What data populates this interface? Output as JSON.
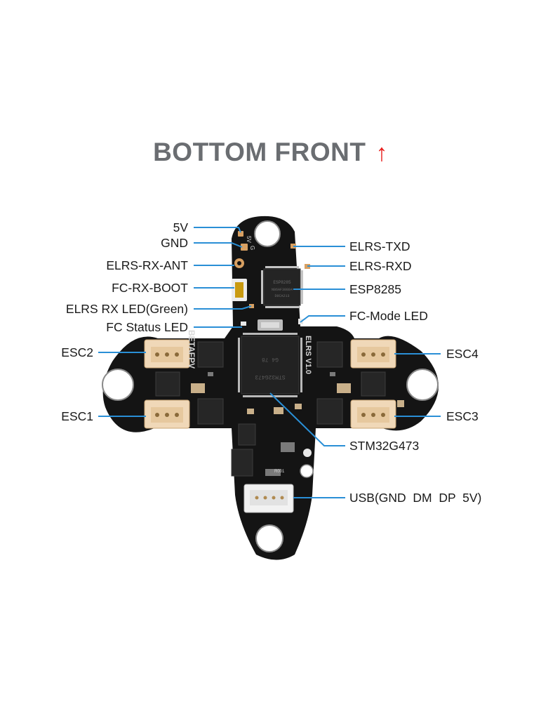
{
  "title": {
    "text": "BOTTOM FRONT",
    "arrow": "↑"
  },
  "colors": {
    "title": "#6a6d71",
    "arrow": "#e8201e",
    "leader": "#2a8fd6",
    "board": "#141414"
  },
  "board_silkscreen": {
    "brand": "BETAFPV",
    "elrs": "ELRS V1.0",
    "label_5v": "5V",
    "label_g": "G",
    "mcu_mark": "STM32G473",
    "small_mark": "R001"
  },
  "labels": {
    "v5": "5V",
    "gnd": "GND",
    "elrs_rx_ant": "ELRS-RX-ANT",
    "fc_rx_boot": "FC-RX-BOOT",
    "elrs_rx_led": "ELRS RX LED(Green)",
    "fc_status_led": "FC Status LED",
    "esc2": "ESC2",
    "esc1": "ESC1",
    "elrs_txd": "ELRS-TXD",
    "elrs_rxd": "ELRS-RXD",
    "esp8285": "ESP8285",
    "fc_mode_led": "FC-Mode LED",
    "esc4": "ESC4",
    "esc3": "ESC3",
    "stm32": "STM32G473",
    "usb": "USB(GND  DM  DP  5V)"
  }
}
